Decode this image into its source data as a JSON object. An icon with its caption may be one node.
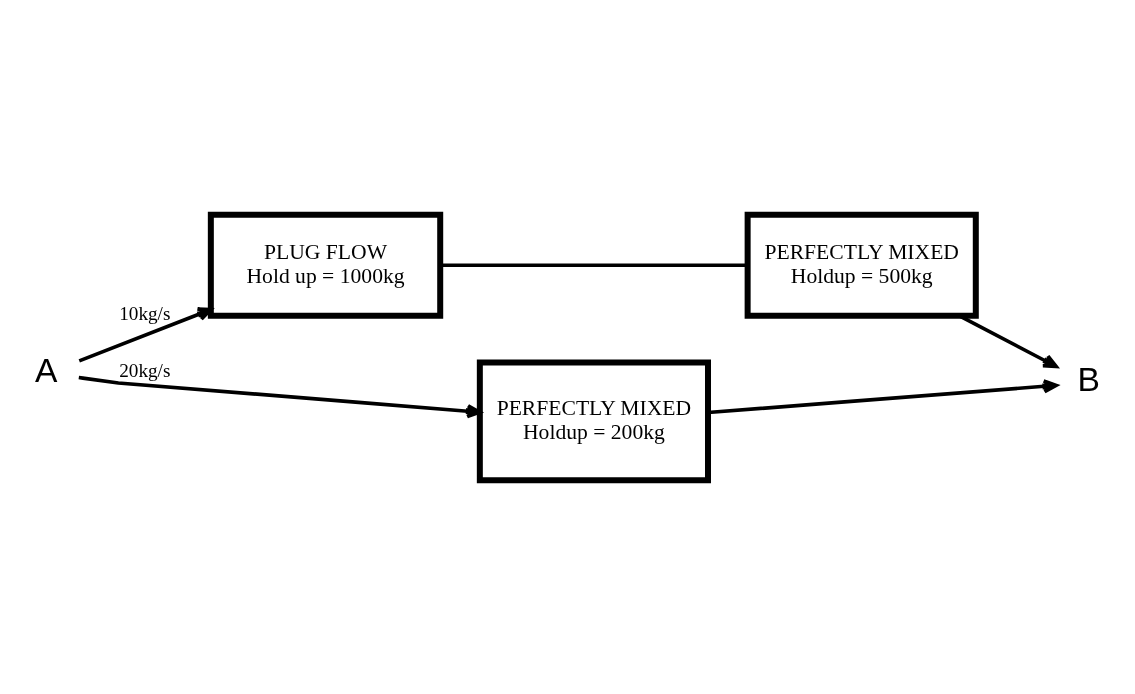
{
  "diagram": {
    "nodes": [
      {
        "text": [
          "A"
        ]
      },
      {
        "text": [
          "PLUG FLOW",
          "Hold up = 1000kg"
        ]
      },
      {
        "text": [
          "PERFECTLY MIXED",
          "Holdup = 500kg"
        ]
      },
      {
        "text": [
          "PERFECTLY MIXED",
          "Holdup = 200kg"
        ]
      },
      {
        "text": [
          "B"
        ]
      }
    ],
    "edges": [
      {
        "from": 0,
        "to": 1,
        "arrow": "to",
        "label": "10kg/s"
      },
      {
        "from": 0,
        "to": 3,
        "arrow": "to",
        "label": "20kg/s"
      },
      {
        "from": 1,
        "to": 2,
        "arrow": "none"
      },
      {
        "from": 2,
        "to": 4,
        "arrow": "to"
      },
      {
        "from": 3,
        "to": 4,
        "arrow": "to"
      }
    ]
  }
}
